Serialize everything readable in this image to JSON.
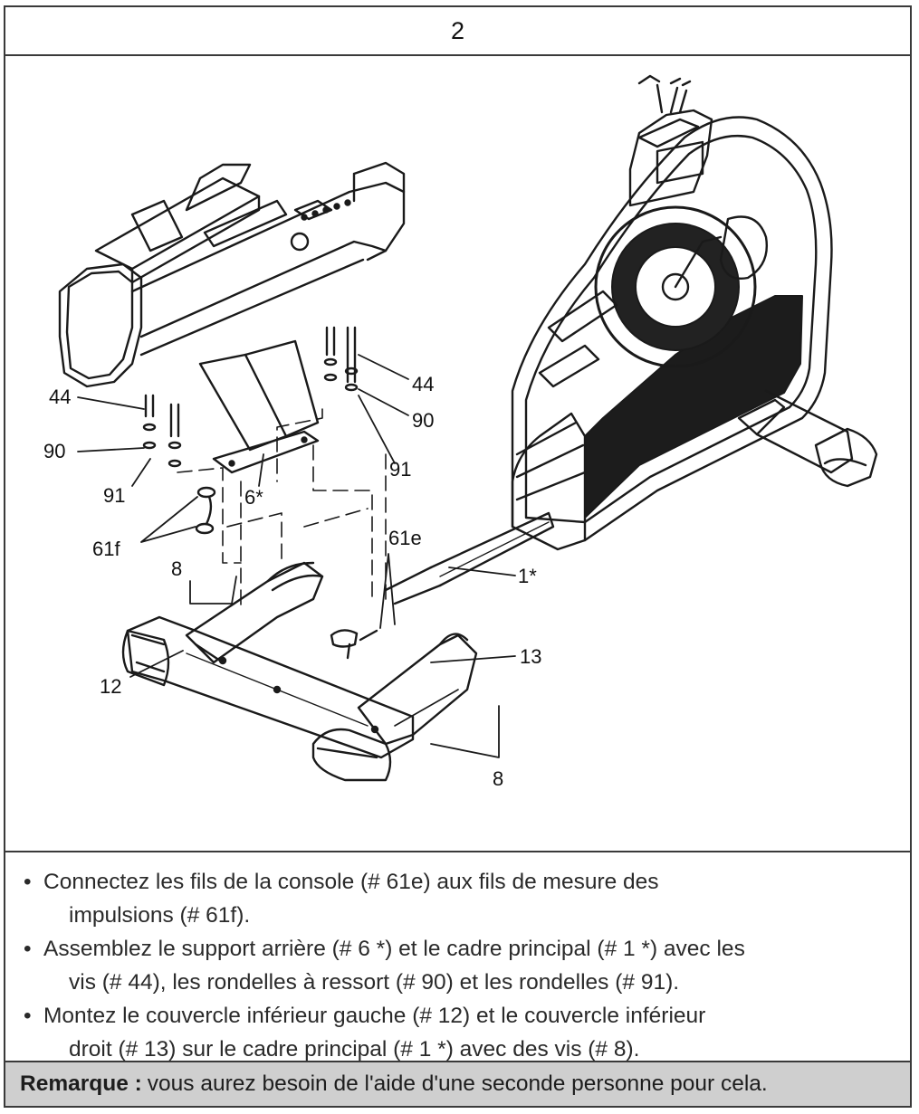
{
  "step": {
    "number": "2"
  },
  "diagram": {
    "callouts": {
      "c44a": "44",
      "c44b": "44",
      "c90a": "90",
      "c90b": "90",
      "c91a": "91",
      "c91b": "91",
      "c6": "6*",
      "c61f": "61f",
      "c61e": "61e",
      "c1": "1*",
      "c8a": "8",
      "c8b": "8",
      "c12": "12",
      "c13": "13"
    }
  },
  "instructions": [
    {
      "bullet": "•",
      "line1": "Connectez les fils de la console (# 61e) aux fils de mesure des",
      "line2": "impulsions (# 61f)."
    },
    {
      "bullet": "•",
      "line1": "Assemblez le support arrière (# 6 *) et le cadre principal (# 1 *) avec les",
      "line2": "vis (# 44), les rondelles à ressort (# 90) et les rondelles (# 91)."
    },
    {
      "bullet": "•",
      "line1": "Montez le couvercle inférieur gauche (# 12) et le couvercle inférieur",
      "line2": "droit (# 13) sur le cadre principal (# 1 *) avec des vis (# 8)."
    }
  ],
  "note": {
    "label": "Remarque :",
    "text": "vous aurez besoin de l'aide d'une seconde personne pour cela."
  }
}
